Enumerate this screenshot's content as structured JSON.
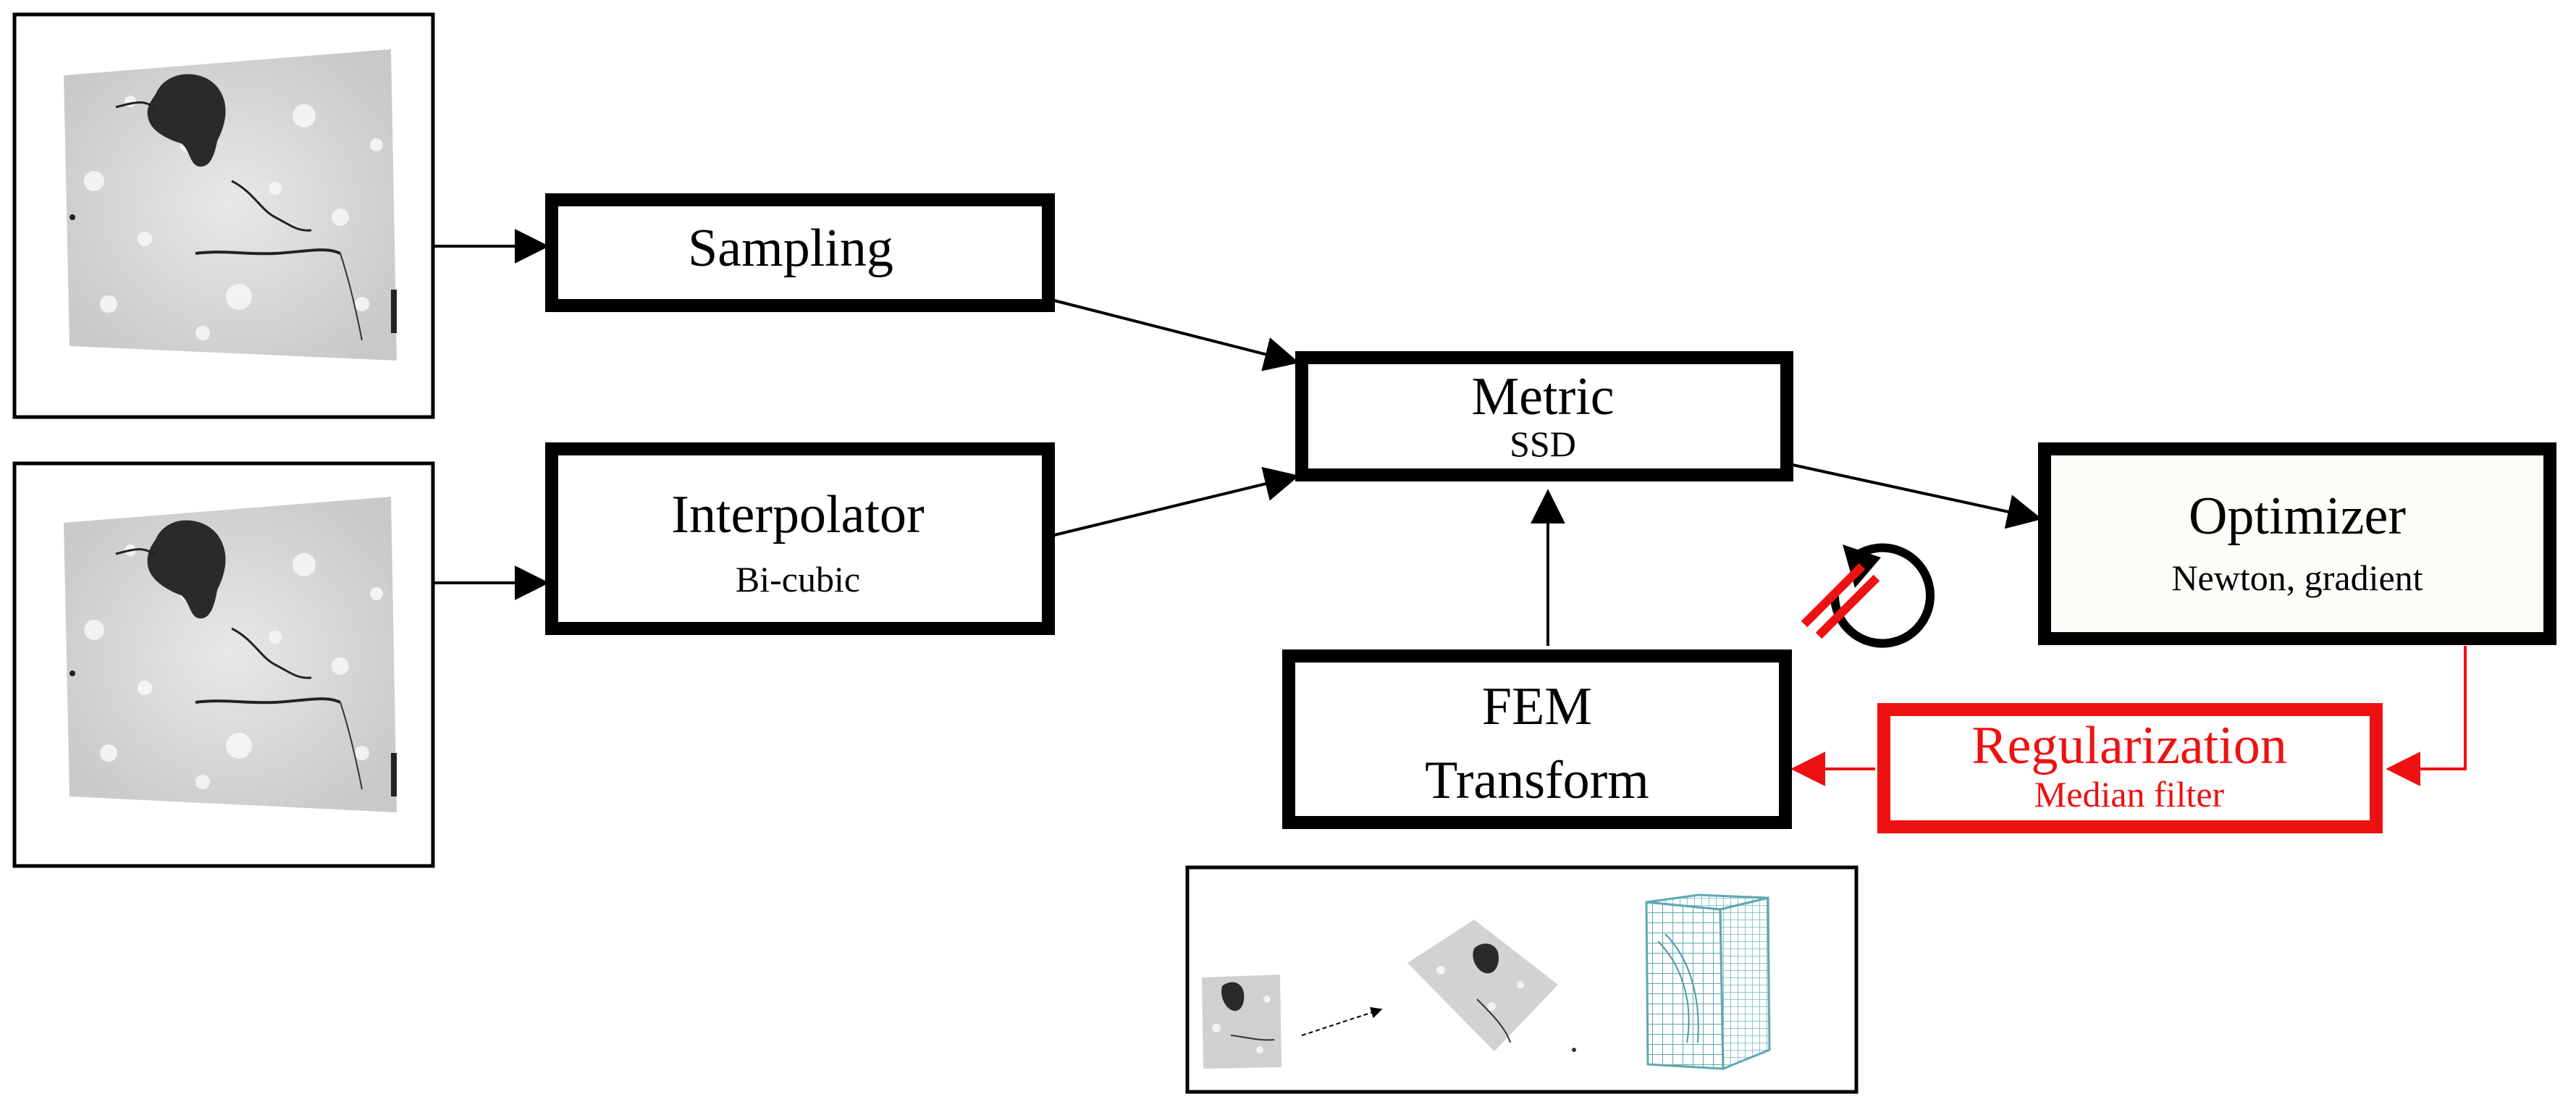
{
  "nodes": {
    "sampling": {
      "title": "Sampling"
    },
    "interpolator": {
      "title": "Interpolator",
      "subtitle": "Bi-cubic"
    },
    "metric": {
      "title": "Metric",
      "subtitle": "SSD"
    },
    "optimizer": {
      "title": "Optimizer",
      "subtitle": "Newton, gradient"
    },
    "fem_transform": {
      "title_line1": "FEM",
      "title_line2": "Transform"
    },
    "regularization": {
      "title": "Regularization",
      "subtitle": "Median filter"
    }
  },
  "colors": {
    "line": "#000000",
    "regularization": "#ee1111",
    "sample_bg": "#d4d4d4",
    "pore": "#2a2a2a",
    "mesh": "#5fa8b0"
  },
  "icons": {
    "input_images": "ct-slice-image",
    "iteration": "iteration-cycle-icon",
    "transform_examples": [
      "ct-slice-thumbnail",
      "rotated-ct-slice-thumbnail",
      "deformed-mesh-cube"
    ]
  }
}
